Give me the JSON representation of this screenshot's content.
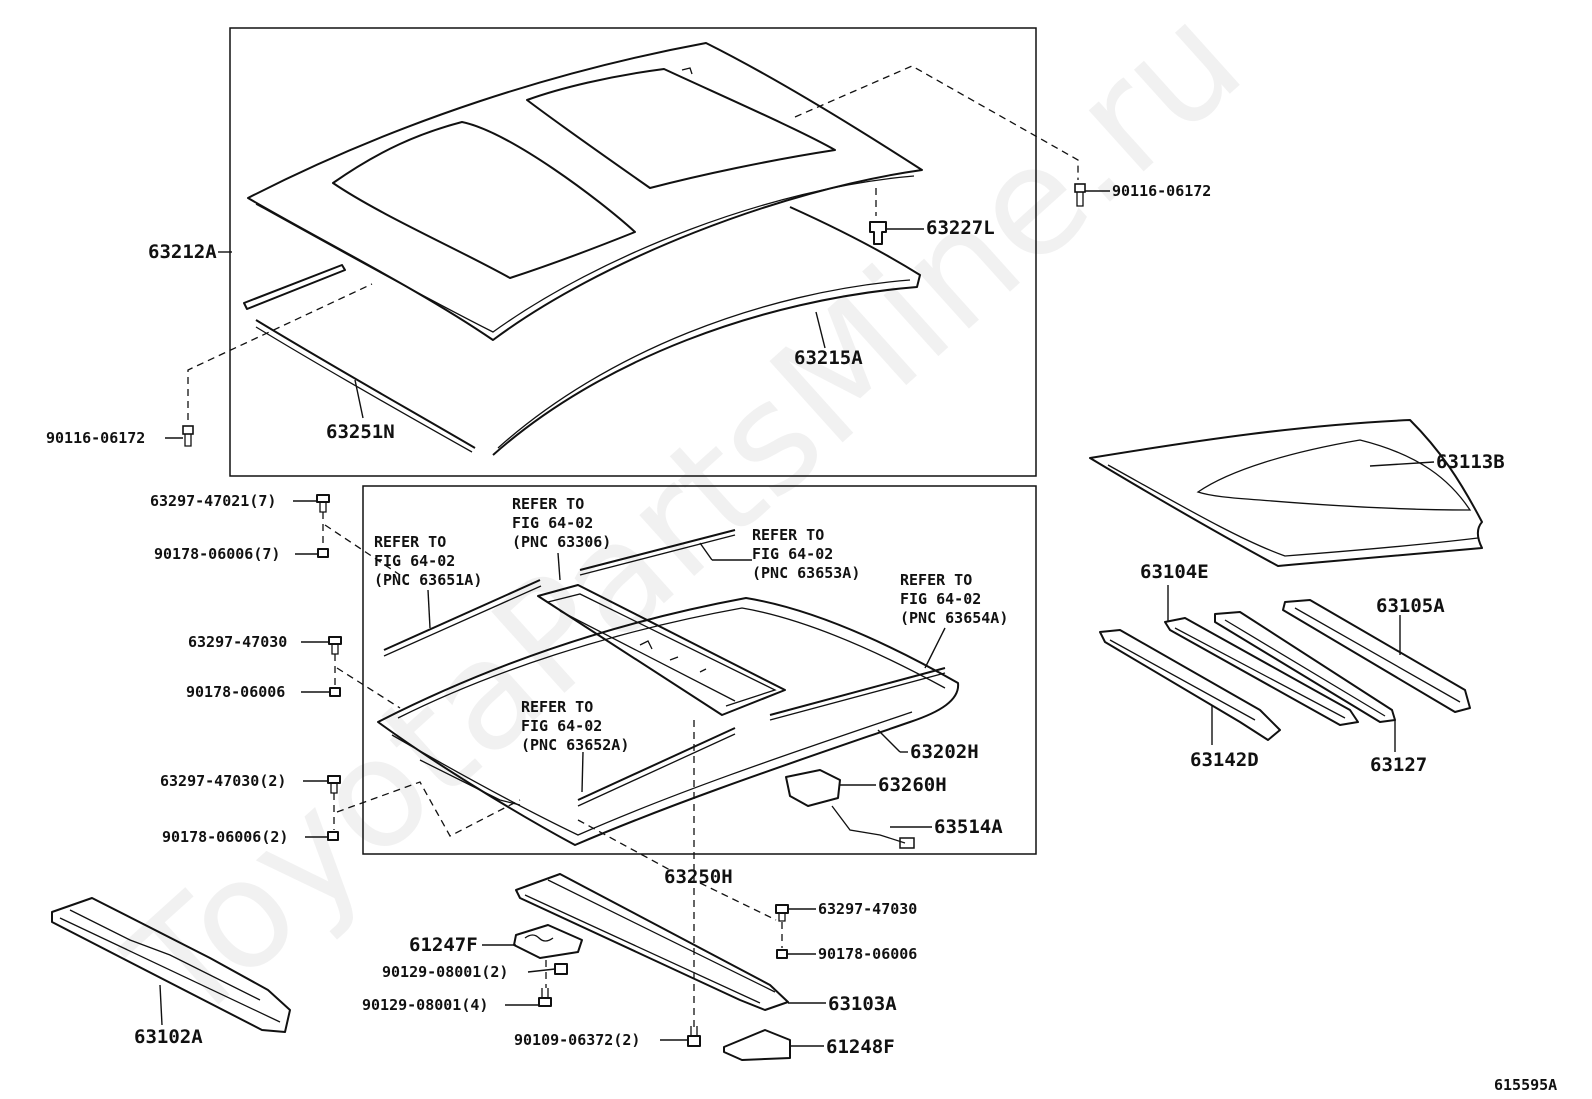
{
  "watermark": "ToyotaPartsMine.ru",
  "figure_id": "615595A",
  "parts": {
    "p63212A": "63212A",
    "p63227L": "63227L",
    "p90116_top": "90116-06172",
    "p63215A": "63215A",
    "p90116_left": "90116-06172",
    "p63251N": "63251N",
    "p63113B": "63113B",
    "p63104E": "63104E",
    "p63105A": "63105A",
    "p63142D": "63142D",
    "p63127": "63127",
    "p63297_47021": "63297-47021(7)",
    "p90178_7": "90178-06006(7)",
    "p63297_47030_a": "63297-47030",
    "p90178_a": "90178-06006",
    "p63297_47030_2": "63297-47030(2)",
    "p90178_2": "90178-06006(2)",
    "p63202H": "63202H",
    "p63260H": "63260H",
    "p63514A": "63514A",
    "p63250H": "63250H",
    "p63297_47030_b": "63297-47030",
    "p90178_b": "90178-06006",
    "p61247F": "61247F",
    "p90129_2": "90129-08001(2)",
    "p90129_4": "90129-08001(4)",
    "p63103A": "63103A",
    "p90109_2": "90109-06372(2)",
    "p61248F": "61248F",
    "p63102A": "63102A"
  },
  "references": {
    "r63306": [
      "REFER TO",
      "FIG 64-02",
      "(PNC 63306)"
    ],
    "r63651A": [
      "REFER TO",
      "FIG 64-02",
      "(PNC 63651A)"
    ],
    "r63653A": [
      "REFER TO",
      "FIG 64-02",
      "(PNC 63653A)"
    ],
    "r63654A": [
      "REFER TO",
      "FIG 64-02",
      "(PNC 63654A)"
    ],
    "r63652A": [
      "REFER TO",
      "FIG 64-02",
      "(PNC 63652A)"
    ]
  }
}
